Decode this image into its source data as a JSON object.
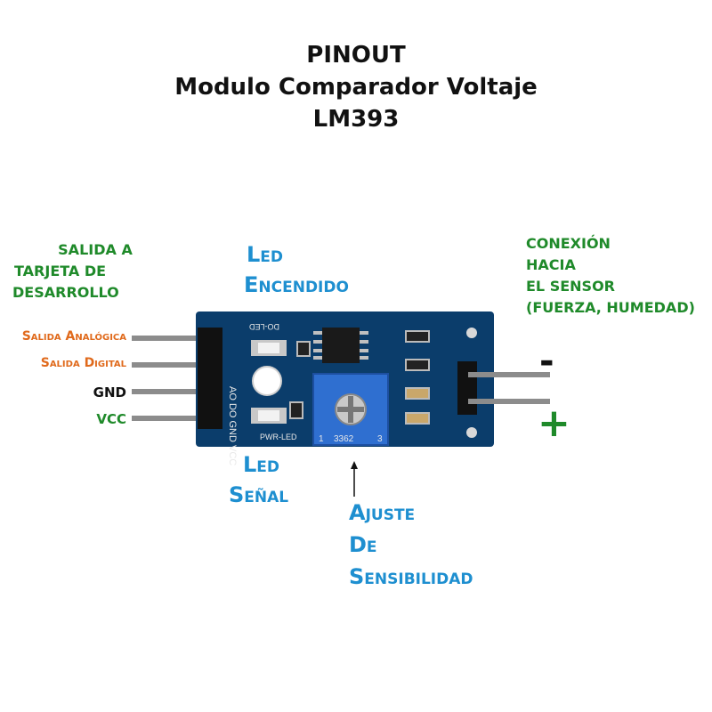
{
  "title": {
    "line1": "PINOUT",
    "line2": "Modulo Comparador Voltaje",
    "line3": "LM393"
  },
  "left_header": {
    "line1": "SALIDA A",
    "line2": "TARJETA DE",
    "line3": "DESARROLLO"
  },
  "pins": {
    "analog": "Salida Analógica",
    "digital": "Salida Digital",
    "gnd": "GND",
    "vcc": "VCC"
  },
  "led_on": {
    "line1": "Led",
    "line2": "Encendido"
  },
  "led_signal": {
    "line1": "Led",
    "line2": "Señal"
  },
  "sensitivity": {
    "line1": "Ajuste",
    "line2": "De",
    "line3": "Sensibilidad"
  },
  "sensor_conn": {
    "line1": "CONEXIÓN",
    "line2": "HACIA",
    "line3": "EL SENSOR",
    "line4": "(FUERZA, HUMEDAD)"
  },
  "polarity": {
    "minus": "-",
    "plus": "+"
  },
  "board": {
    "silk_do_led": "DO-LED",
    "silk_pwr_led": "PWR-LED",
    "silk_pins": "AO DO GND VCC",
    "pot_marking": "3362",
    "pot_pin1": "1",
    "pot_pin3": "3"
  },
  "colors": {
    "green": "#1f8a2a",
    "orange": "#e06a1c",
    "blue": "#1e8fd0",
    "pcb": "#0b3d6b",
    "pot": "#2f6fd0"
  }
}
